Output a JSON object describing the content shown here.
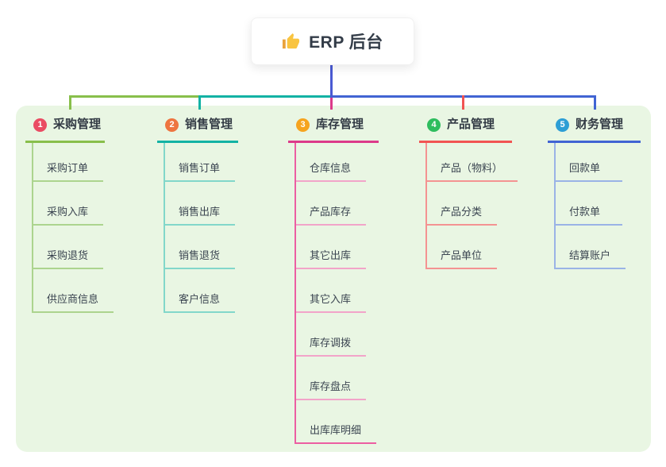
{
  "root": {
    "title": "ERP 后台",
    "icon": "thumbs-up-icon"
  },
  "colors": {
    "canvas_bg": "#ffffff",
    "panel_bg": "#e9f6e3",
    "root_connector": "#4a5ad3",
    "card_bg": "#ffffff",
    "title_text": "#333c48",
    "header_text": "#333b45",
    "child_text": "#3b4551"
  },
  "branches": [
    {
      "badge": "1",
      "label": "采购管理",
      "badge_color": "#ea4c63",
      "line_color": "#88bf4b",
      "tick_color": "#acd48e",
      "children": [
        "采购订单",
        "采购入库",
        "采购退货",
        "供应商信息"
      ]
    },
    {
      "badge": "2",
      "label": "销售管理",
      "badge_color": "#ee7540",
      "line_color": "#13b2a4",
      "tick_color": "#82d7ca",
      "children": [
        "销售订单",
        "销售出库",
        "销售退货",
        "客户信息"
      ]
    },
    {
      "badge": "3",
      "label": "库存管理",
      "badge_color": "#f6a41f",
      "line_color": "#dc3a8a",
      "spine_color": "#ec5ea2",
      "tick_color": "#f2a4c9",
      "children": [
        "仓库信息",
        "产品库存",
        "其它出库",
        "其它入库",
        "库存调拨",
        "库存盘点",
        "出库库明细"
      ]
    },
    {
      "badge": "4",
      "label": "产品管理",
      "badge_color": "#2ebd5e",
      "line_color": "#f15452",
      "tick_color": "#f49392",
      "children": [
        "产品（物料）",
        "产品分类",
        "产品单位"
      ]
    },
    {
      "badge": "5",
      "label": "财务管理",
      "badge_color": "#2d9ed5",
      "line_color": "#4164d3",
      "tick_color": "#9ab3e6",
      "children": [
        "回款单",
        "付款单",
        "结算账户"
      ]
    }
  ]
}
